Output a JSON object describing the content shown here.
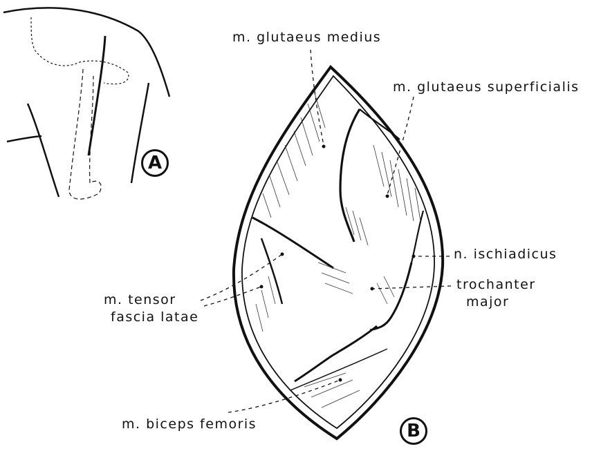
{
  "panels": {
    "a": {
      "marker": "A"
    },
    "b": {
      "marker": "B"
    }
  },
  "labels": {
    "glutaeus_medius": "m. glutaeus medius",
    "glutaeus_superficialis": "m. glutaeus superficialis",
    "ischiadicus": "n. ischiadicus",
    "trochanter_line1": "trochanter",
    "trochanter_line2": "major",
    "tensor_line1": "m. tensor",
    "tensor_line2": "fascia latae",
    "biceps": "m. biceps femoris"
  },
  "colors": {
    "ink": "#111111",
    "background": "#ffffff"
  }
}
